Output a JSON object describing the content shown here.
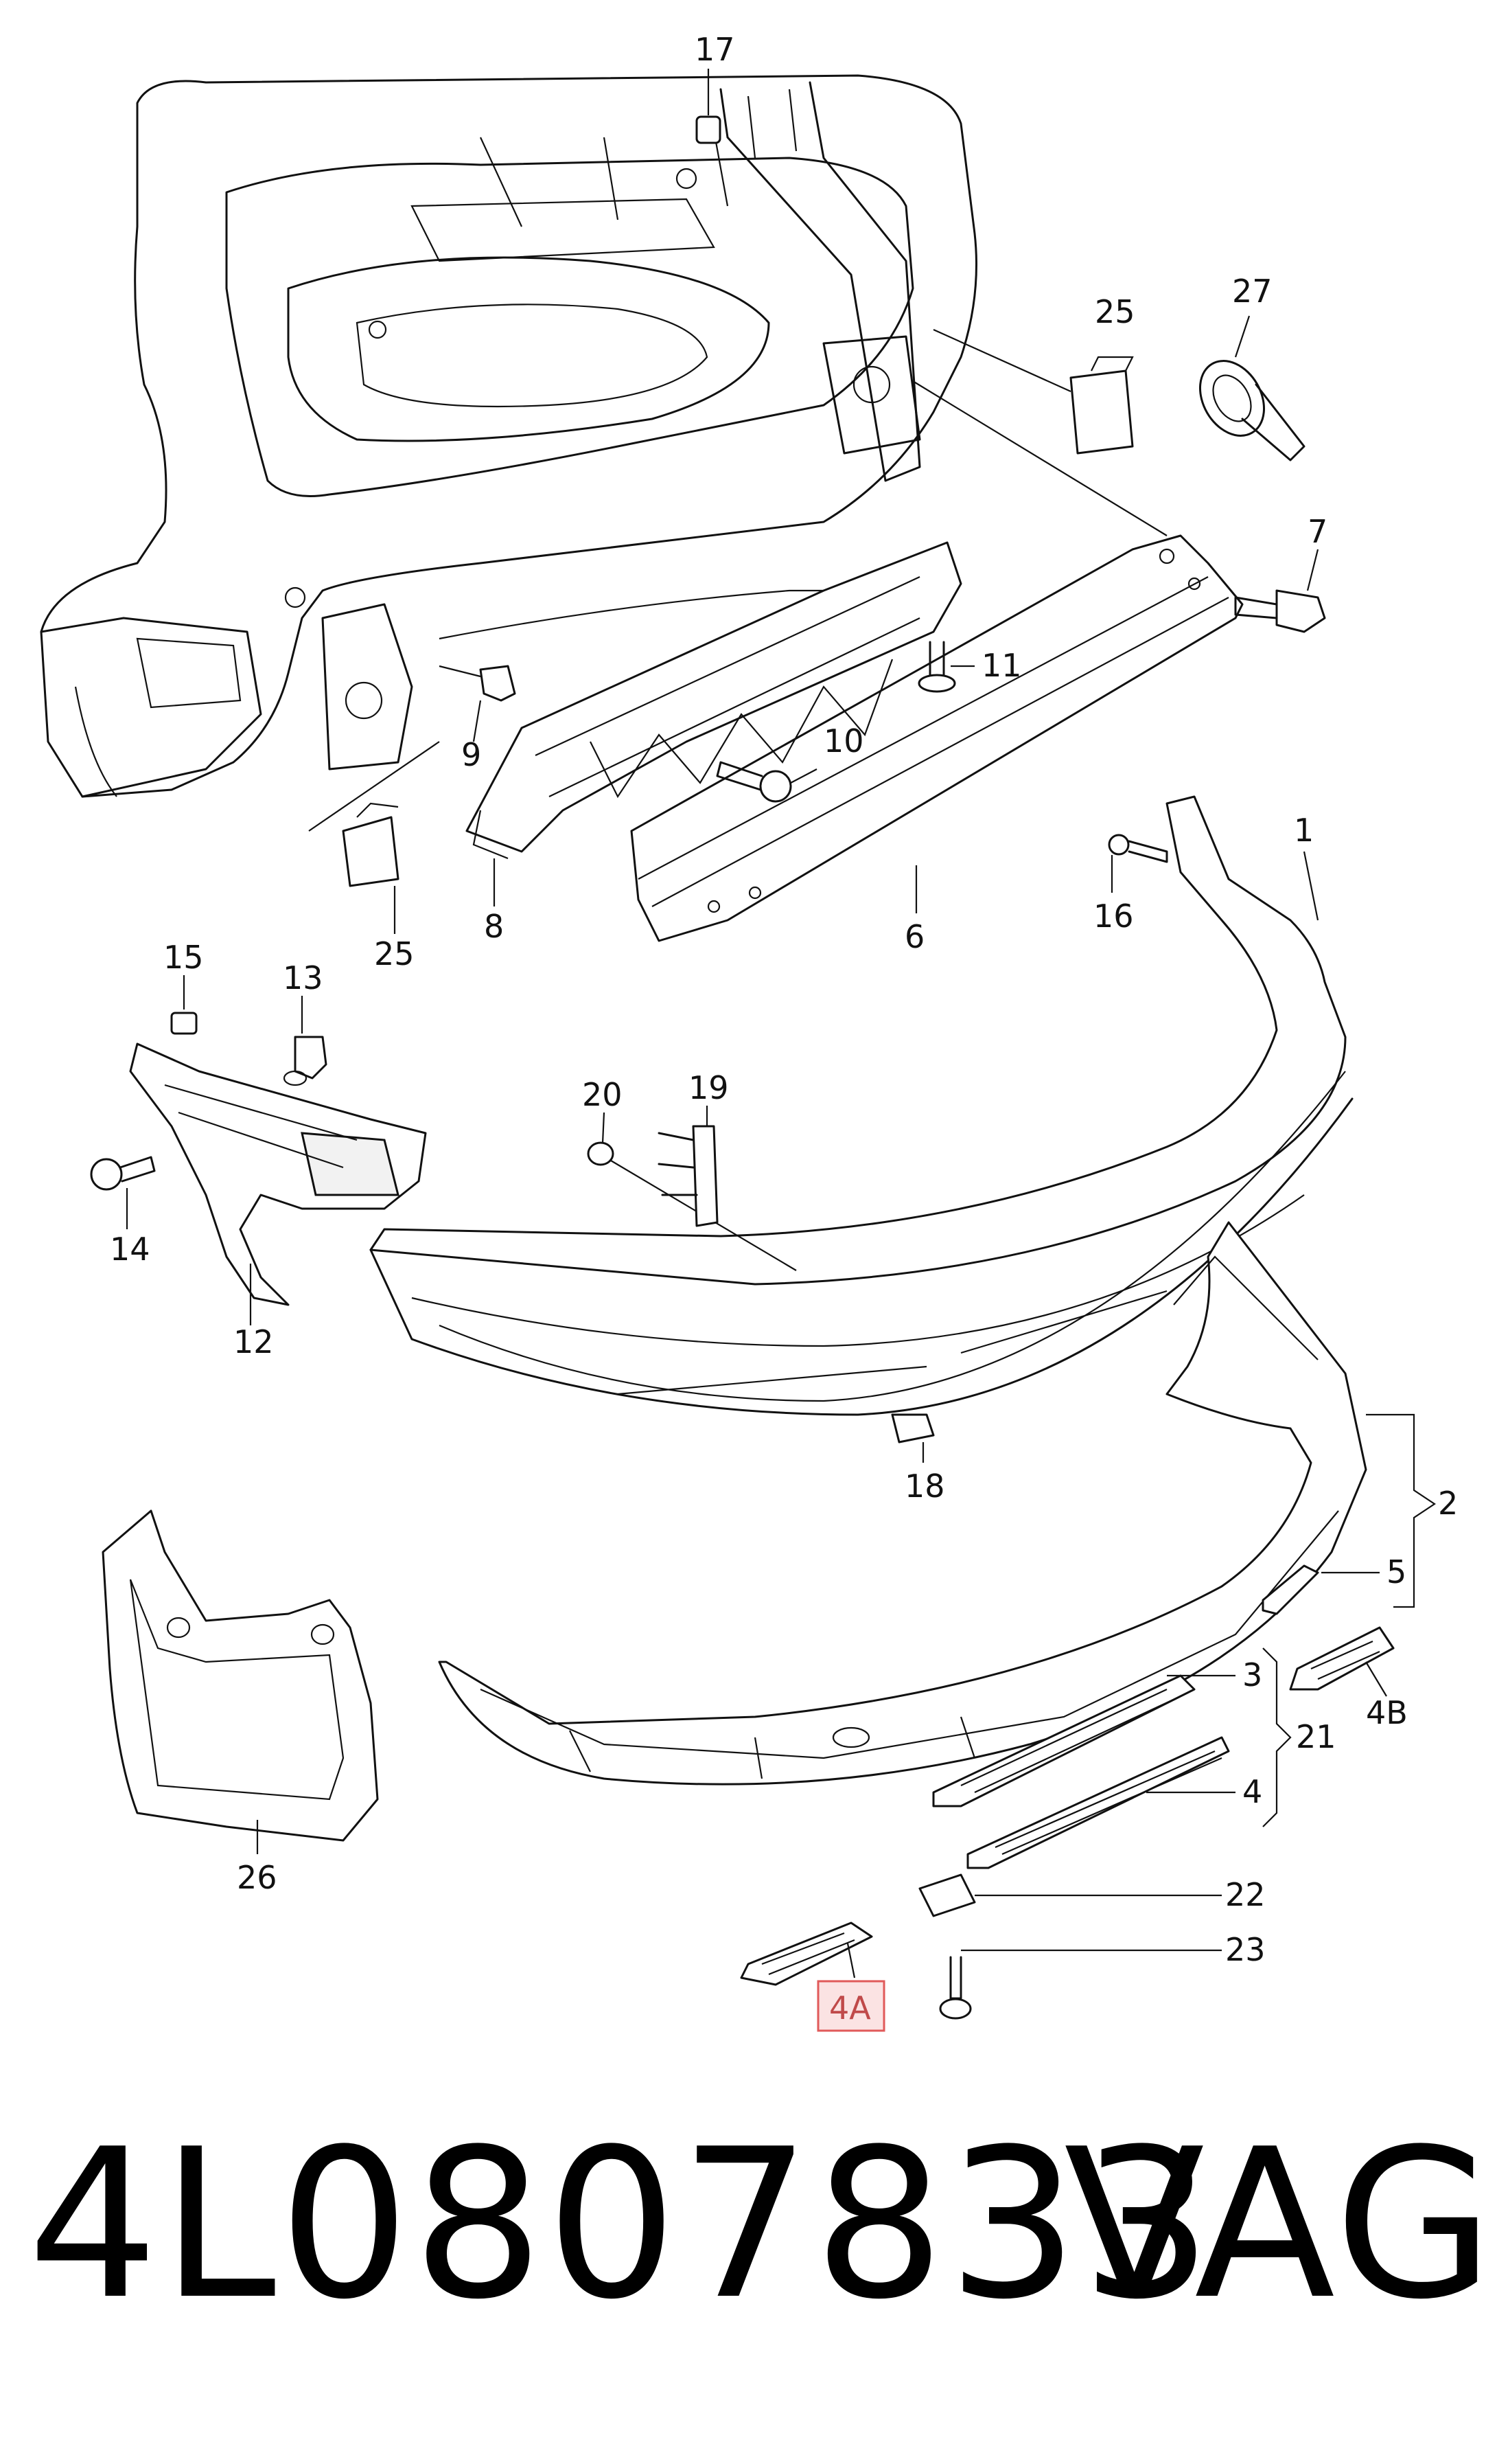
{
  "callouts": {
    "c17": "17",
    "c25a": "25",
    "c27": "27",
    "c7": "7",
    "c11": "11",
    "c9": "9",
    "c10": "10",
    "c1": "1",
    "c8": "8",
    "c25b": "25",
    "c6": "6",
    "c16": "16",
    "c15": "15",
    "c13": "13",
    "c20": "20",
    "c19": "19",
    "c14": "14",
    "c12": "12",
    "c18": "18",
    "c2": "2",
    "c5": "5",
    "c3": "3",
    "c4B": "4B",
    "c21": "21",
    "c4": "4",
    "c26": "26",
    "c22": "22",
    "c23": "23",
    "c4A": "4A"
  },
  "highlight": {
    "color_fill": "#fbe3e3",
    "color_stroke": "#e05a5a"
  },
  "footer": {
    "part_number": "4L0807833",
    "brand": "VAG"
  }
}
